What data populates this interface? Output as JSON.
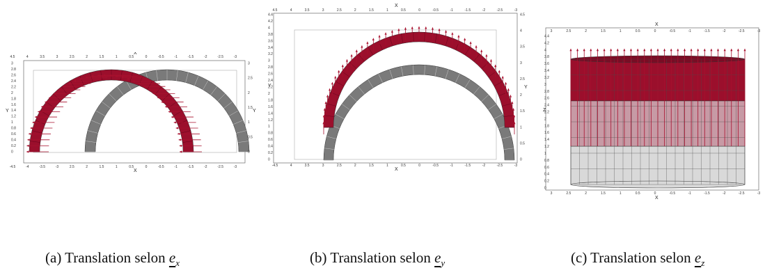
{
  "figure": {
    "panels": [
      {
        "id": "a",
        "caption_prefix": "(a) Translation selon ",
        "vector": "e",
        "subscript": "x",
        "axis_labels": {
          "top": "X",
          "bottom": "X",
          "left": "Y",
          "right": "Y"
        },
        "top_ticks": [
          "4.5",
          "4",
          "3.5",
          "3",
          "2.5",
          "2",
          "1.5",
          "1",
          "0.5",
          "0",
          "-0.5",
          "-1",
          "-1.5",
          "-2",
          "-2.5",
          "-3"
        ],
        "bottom_ticks": [
          "-4.5",
          "-4",
          "-3.5",
          "-3",
          "2.5",
          "2",
          "1.5",
          "1",
          "0.5",
          "0",
          "-0.5",
          "-1",
          "-1.5",
          "-2",
          "-2.5",
          "-3"
        ],
        "left_ticks": [
          "3",
          "2.8",
          "2.6",
          "2.4",
          "2.2",
          "2",
          "1.8",
          "1.6",
          "1.4",
          "1.2",
          "1",
          "0.8",
          "0.6",
          "0.4",
          "0.2",
          "0"
        ],
        "right_ticks": [
          "3",
          "2.5",
          "2",
          "1.5",
          "1",
          "0.5",
          "0"
        ]
      },
      {
        "id": "b",
        "caption_prefix": "(b) Translation selon ",
        "vector": "e",
        "subscript": "y",
        "axis_labels": {
          "top": "X",
          "bottom": "X",
          "left": "Y",
          "right": "Y"
        },
        "top_ticks": [
          "4.5",
          "4",
          "3.5",
          "3",
          "2.5",
          "2",
          "1.5",
          "1",
          "0.5",
          "0",
          "-0.5",
          "-1",
          "-1.5",
          "-2",
          "-2.5",
          "-3"
        ],
        "bottom_ticks": [
          "-4.5",
          "4",
          "3.5",
          "3",
          "2.5",
          "2",
          "1.5",
          "1",
          "0.5",
          "0",
          "-0.5",
          "-1",
          "-1.5",
          "-2",
          "-2.5",
          "-3"
        ],
        "left_ticks": [
          "4.4",
          "4.2",
          "4",
          "3.8",
          "3.6",
          "3.4",
          "3.2",
          "3",
          "2.8",
          "2.6",
          "2.4",
          "2.2",
          "2",
          "1.8",
          "1.6",
          "1.4",
          "1.2",
          "1",
          "0.8",
          "0.6",
          "0.4",
          "0.2",
          "0"
        ],
        "right_ticks": [
          "4.5",
          "4",
          "3.5",
          "3",
          "2.5",
          "2",
          "1.5",
          "1",
          "0.5",
          "0"
        ]
      },
      {
        "id": "c",
        "caption_prefix": "(c) Translation selon ",
        "vector": "e",
        "subscript": "z",
        "axis_labels": {
          "top": "X",
          "bottom": "X",
          "left": "Z",
          "right": ""
        },
        "top_ticks": [
          "3",
          "2.5",
          "2",
          "1.5",
          "1",
          "0.5",
          "0",
          "-0.5",
          "-1",
          "-1.5",
          "-2",
          "-2.5",
          "-3"
        ],
        "bottom_ticks": [
          "3",
          "2.5",
          "2",
          "1.5",
          "1",
          "0.5",
          "0",
          "-0.5",
          "-1",
          "-1.5",
          "-2",
          "-2.5",
          "-3"
        ],
        "left_ticks": [
          "4.4",
          "4.2",
          "4",
          "3.8",
          "3.6",
          "3.4",
          "3.2",
          "3",
          "2.8",
          "2.6",
          "2.4",
          "2.2",
          "2",
          "1.8",
          "1.6",
          "1.4",
          "1.2",
          "1",
          "0.8",
          "0.6",
          "0.4",
          "0.2",
          "0"
        ],
        "right_ticks": []
      }
    ],
    "colors": {
      "arrow_red": "#a8102e",
      "surface_red": "#9b0f2c",
      "mesh_gray": "#7a7a7a",
      "mesh_light": "#d9d9d9",
      "frame": "#6a6a6a"
    }
  }
}
